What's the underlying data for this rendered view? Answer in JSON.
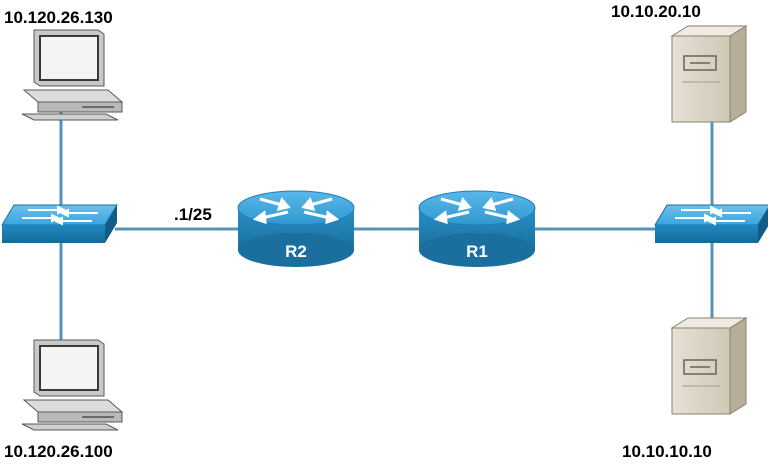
{
  "hosts": {
    "pc_top": {
      "ip": "10.120.26.130"
    },
    "pc_bottom": {
      "ip": "10.120.26.100"
    },
    "server_top": {
      "ip": "10.10.20.10"
    },
    "server_bottom": {
      "ip": "10.10.10.10"
    }
  },
  "routers": {
    "r2": {
      "label": "R2",
      "interface_label": ".1/25"
    },
    "r1": {
      "label": "R1"
    }
  },
  "colors": {
    "link": "#5b93b8",
    "device_blue": "#2b92c9",
    "device_dark": "#1874a8",
    "server_body": "#d9d3c4",
    "pc_body": "#d8d8d8"
  }
}
